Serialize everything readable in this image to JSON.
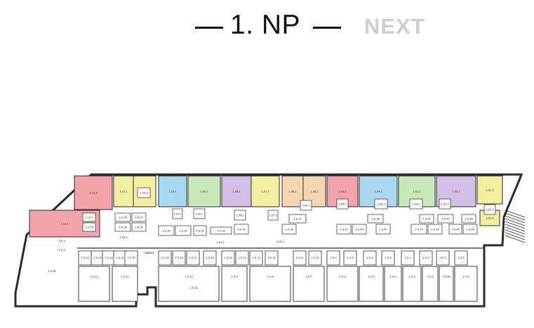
{
  "header": {
    "title": "1. NP",
    "logo": "NEXT"
  },
  "colors": {
    "pink": "#f2a3ab",
    "yellow": "#f2f0a0",
    "blue": "#a9d8f0",
    "green": "#c8e8bc",
    "purple": "#d2bfe6",
    "peach": "#f6d6b0",
    "wall": "#2b2b2b"
  },
  "units": [
    {
      "label": "1.11.1",
      "color": "pink"
    },
    {
      "label": "1.12.1",
      "color": "yellow"
    },
    {
      "label": "1.11.2",
      "color": "yellow"
    },
    {
      "label": "1.10.1",
      "color": "blue"
    },
    {
      "label": "1.09.1",
      "color": "green"
    },
    {
      "label": "1.08.1",
      "color": "purple"
    },
    {
      "label": "1.07.1",
      "color": "yellow"
    },
    {
      "label": "1.06.2",
      "color": "peach"
    },
    {
      "label": "1.06.1",
      "color": "peach"
    },
    {
      "label": "1.05.1",
      "color": "pink"
    },
    {
      "label": "1.04.1",
      "color": "blue"
    },
    {
      "label": "1.03.1",
      "color": "green"
    },
    {
      "label": "1.02.1",
      "color": "purple"
    },
    {
      "label": "1.01.2",
      "color": "yellow"
    },
    {
      "label": "1.01.4",
      "color": "yellow"
    },
    {
      "label": "1.12.3",
      "color": "pink"
    }
  ],
  "small_rooms": [
    "1.12.2",
    "1.10.2",
    "1.09.2",
    "1.08.2",
    "1.07.2",
    "1.06.3",
    "1.05.2",
    "1.04.2",
    "1.03.2",
    "1.02.2",
    "1.01.3",
    "1.12.4",
    "1.12.5",
    "1.S.26",
    "1.S.27",
    "1.S.28",
    "1.S.29",
    "1.S.30",
    "1.S.31",
    "1.S.32",
    "1.S.33",
    "1.S.34",
    "1.S.37",
    "1.S.36",
    "1.S.39",
    "1.S.42",
    "1.S.47",
    "1.S.48",
    "1.S.49",
    "1.S.40",
    "1.S.41",
    "1.S.43",
    "1.S.44",
    "1.S.45",
    "1.S.46"
  ],
  "corridor_labels": [
    "1.K.3",
    "1.K.2",
    "1.00.4",
    "1.00.3",
    "1.00.2",
    "1.00.1"
  ],
  "storage_top": [
    "1.S.24",
    "1.S.23",
    "1.S.22",
    "1.S.21",
    "1.S.20",
    "1.S.19",
    "1.S.18",
    "1.S.17",
    "1.S.16",
    "1.S.15",
    "1.S.14",
    "1.S.13",
    "1.S.12",
    "1.S.11",
    "1.S.10",
    "1.S.9",
    "1.S.8",
    "1.S.6",
    "1.S.5",
    "1.S.4",
    "1.S.3",
    "1.S.2",
    "1.S.1"
  ],
  "storage_bottom": [
    "1.S.12",
    "1.S.11",
    "1.S.10",
    "1.S.9",
    "1.S.8",
    "1.S.7",
    "1.S.6",
    "1.S.5",
    "1.S.4",
    "1.S.3",
    "1.S.2",
    "1.S.01",
    "1.S.1"
  ],
  "big_room": "1.K.01",
  "misc_rooms": [
    "1.S.32",
    "1.S.31"
  ]
}
